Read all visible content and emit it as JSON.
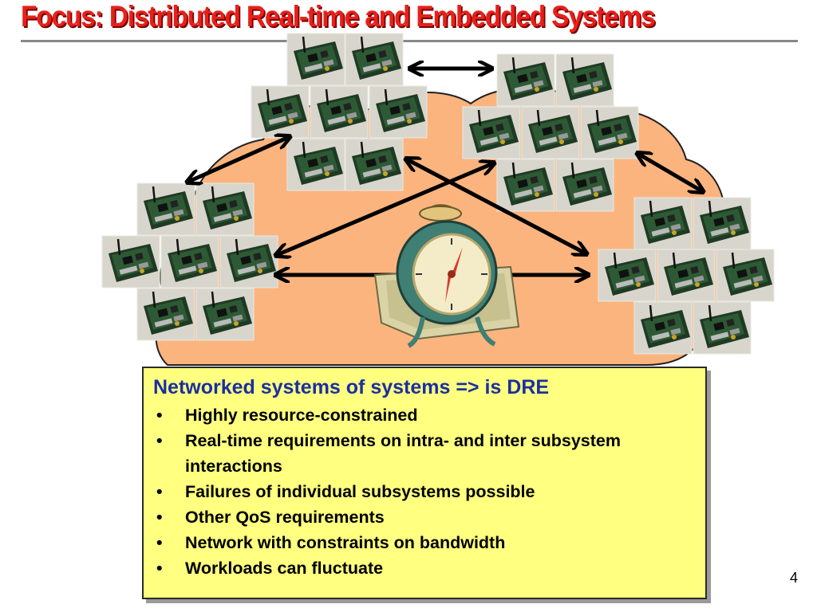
{
  "slide": {
    "title": "Focus: Distributed Real-time and Embedded Systems",
    "page_number": "4"
  },
  "infobox": {
    "heading": "Networked systems of systems => is DRE",
    "bullet_glyph": "•",
    "items": [
      "Highly resource-constrained",
      "Real-time requirements on intra- and inter subsystem interactions",
      "Failures of individual subsystems possible",
      "Other QoS requirements",
      "Network with constraints on bandwidth",
      "Workloads can fluctuate"
    ]
  },
  "diagram": {
    "cloud_color": "#fcb47e",
    "box_color": "#ffff80",
    "title_color": "#e8201a",
    "heading_color": "#1a2fa0",
    "board_icon": "embedded-board-photo",
    "clock_icon": "alarm-clock-icon"
  }
}
